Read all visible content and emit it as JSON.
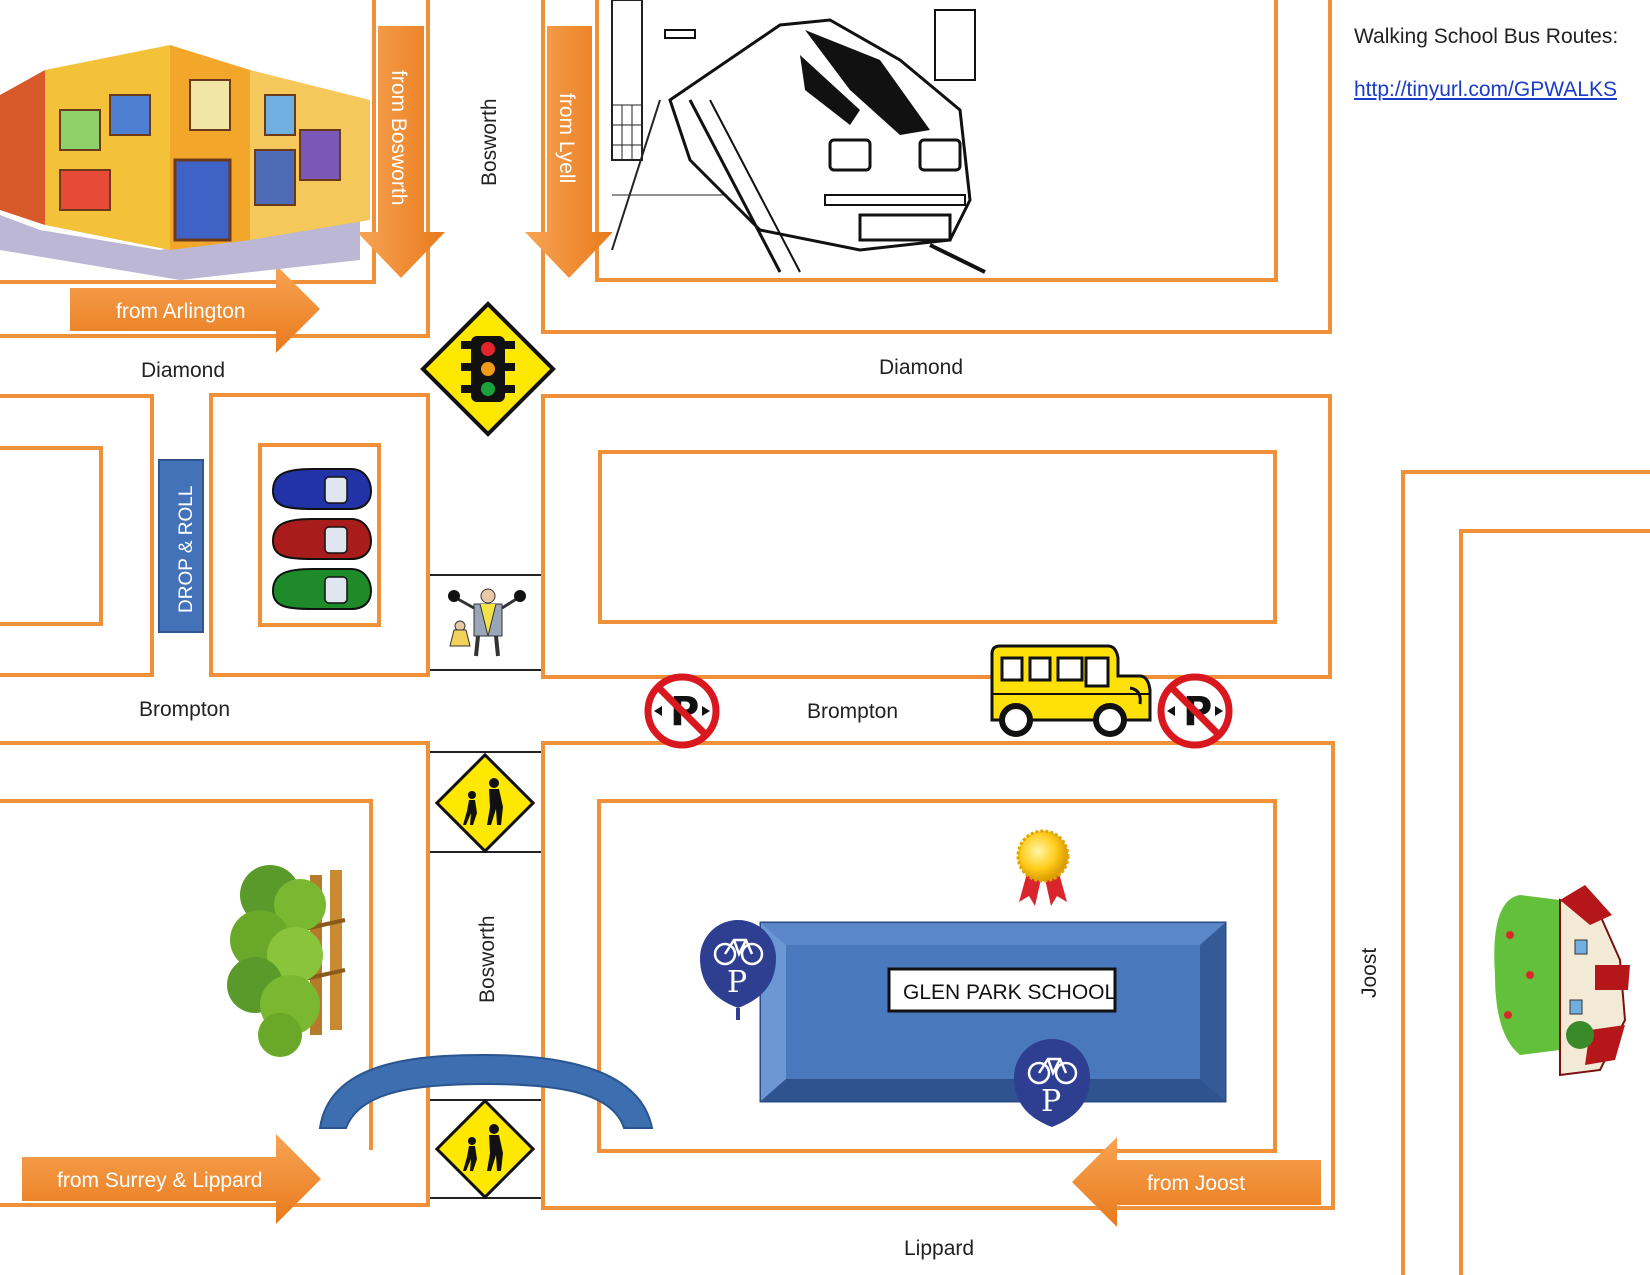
{
  "info": {
    "routes_title": "Walking School Bus Routes:",
    "routes_link": "http://tinyurl.com/GPWALKS"
  },
  "streets": {
    "diamond": "Diamond",
    "brompton": "Brompton",
    "bosworth": "Bosworth",
    "joost": "Joost",
    "lippard": "Lippard"
  },
  "arrows": {
    "from_bosworth": "from Bosworth",
    "from_lyell": "from Lyell",
    "from_arlington": "from Arlington",
    "from_surrey_lippard": "from Surrey & Lippard",
    "from_joost": "from Joost"
  },
  "drop_roll": "DROP & ROLL",
  "school_name": "GLEN PARK SCHOOL",
  "bike_parking_letter": "P",
  "no_parking_letter": "P",
  "icons": {
    "shops": "shops-illustration",
    "train": "train-illustration",
    "traffic_light": "traffic-light-sign-icon",
    "cars": "parked-cars-icon",
    "crossing_guard": "crossing-guard-icon",
    "school_crossing": "school-crossing-sign-icon",
    "no_parking": "no-parking-sign-icon",
    "school_bus": "school-bus-icon",
    "award": "award-ribbon-icon",
    "bike_parking": "bike-parking-icon",
    "trees": "trees-illustration",
    "houses": "houses-illustration",
    "footbridge": "footbridge-arc"
  },
  "colors": {
    "block_outline": "#f0913a",
    "arrow_fill": "#f08a2c",
    "drop_roll": "#4472b8",
    "school": "#4a78bc",
    "sign_yellow": "#ffe800",
    "no_parking_red": "#d9171e",
    "bike_blue": "#2e3f91",
    "link": "#1a3cc8"
  }
}
